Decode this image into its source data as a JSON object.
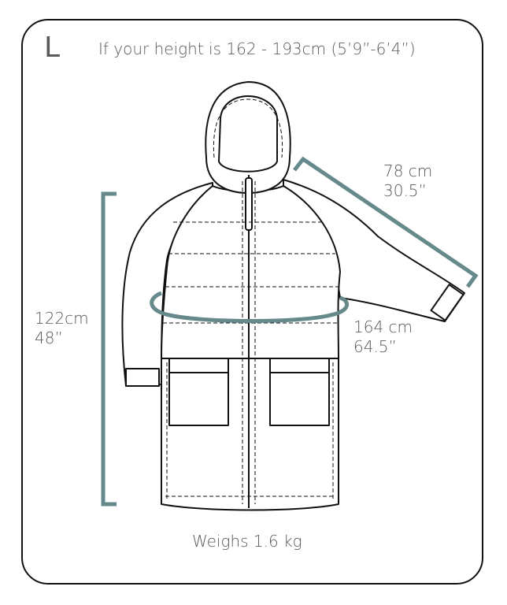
{
  "size_label": "L",
  "height_range": "If your height is 162 - 193cm (5’9”-6’4”)",
  "measurements": {
    "length": {
      "cm": "122cm",
      "in": "48”"
    },
    "sleeve": {
      "cm": "78 cm",
      "in": "30.5”"
    },
    "chest": {
      "cm": "164 cm",
      "in": "64.5”"
    }
  },
  "weight": "Weighs 1.6 kg",
  "colors": {
    "accent": "#66898c",
    "text": "#58595b",
    "outline": "#111111"
  }
}
